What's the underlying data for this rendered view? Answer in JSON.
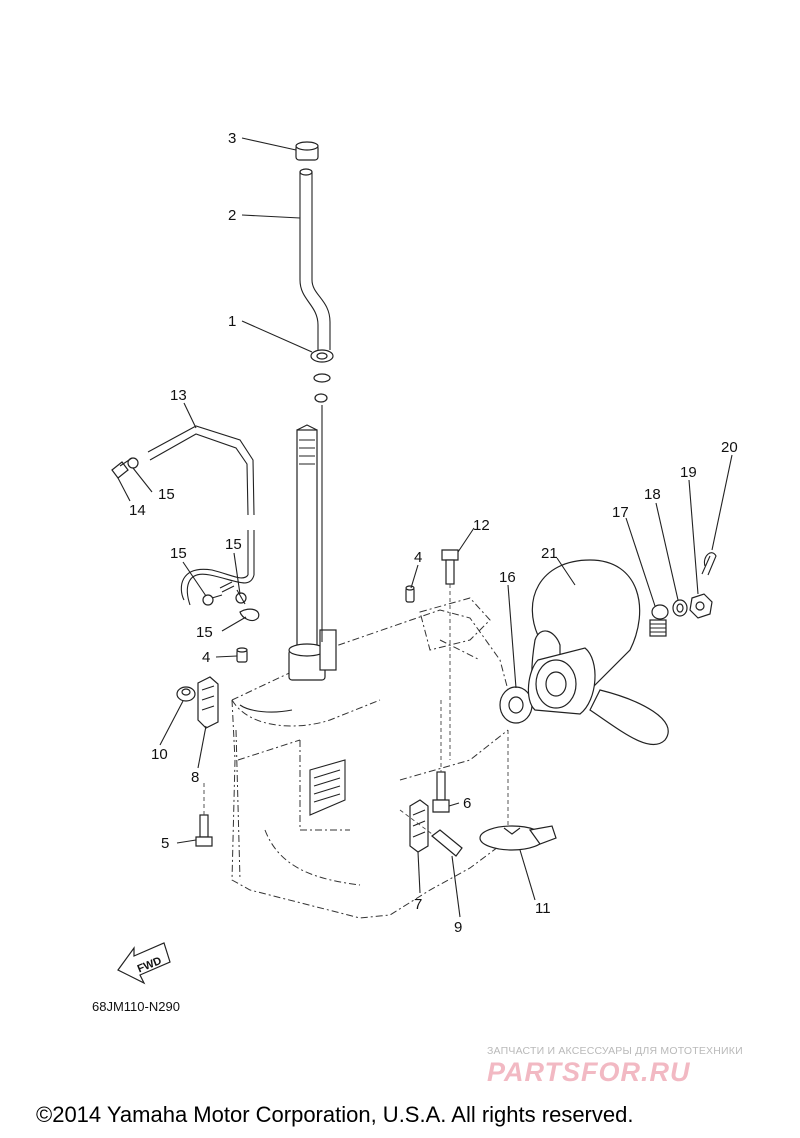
{
  "diagram": {
    "ref_code": "68JM110-N290",
    "fwd_label": "FWD",
    "callouts": {
      "c1": "1",
      "c2": "2",
      "c3": "3",
      "c4a": "4",
      "c4b": "4",
      "c5": "5",
      "c6": "6",
      "c7": "7",
      "c8": "8",
      "c9": "9",
      "c10": "10",
      "c11": "11",
      "c12": "12",
      "c13": "13",
      "c14": "14",
      "c15a": "15",
      "c15b": "15",
      "c15c": "15",
      "c15d": "15",
      "c16": "16",
      "c17": "17",
      "c18": "18",
      "c19": "19",
      "c20": "20",
      "c21": "21"
    }
  },
  "watermark": {
    "tagline": "ЗАПЧАСТИ И АКСЕССУАРЫ ДЛЯ МОТОТЕХНИКИ",
    "logo_text": "PARTSFOR.RU"
  },
  "footer": {
    "copyright": "©2014 Yamaha Motor Corporation, U.S.A. All rights reserved."
  }
}
